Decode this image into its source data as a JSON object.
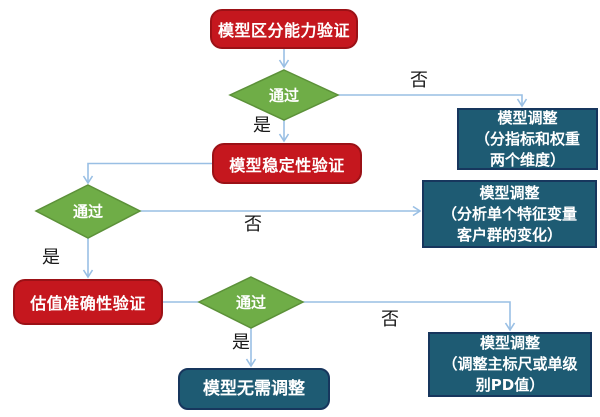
{
  "colors": {
    "bg": "#FFFFFF",
    "process-fill": "#C5171E",
    "process-border": "#9B1116",
    "decision-fill": "#6FAD47",
    "decision-border": "#5C9139",
    "adjust-fill": "#1E5B73",
    "adjust-border": "#17365D",
    "connector": "#99BFE4",
    "edge-label": "#1A1A1A",
    "node-text": "#FFFFFF"
  },
  "nodes": {
    "discrimination": {
      "label": "模型区分能力验证"
    },
    "decision1": {
      "label": "通过"
    },
    "adjust1": {
      "lines": [
        "模型调整",
        "（分指标和权重",
        "两个维度）"
      ]
    },
    "stability": {
      "label": "模型稳定性验证"
    },
    "decision2": {
      "label": "通过"
    },
    "adjust2": {
      "lines": [
        "模型调整",
        "（分析单个特征变量",
        "客户群的变化）"
      ]
    },
    "accuracy": {
      "label": "估值准确性验证"
    },
    "decision3": {
      "label": "通过"
    },
    "adjust3": {
      "lines": [
        "模型调整",
        "（调整主标尺或单级",
        "别PD值）"
      ]
    },
    "no_adjust": {
      "label": "模型无需调整"
    }
  },
  "edge_labels": {
    "yes1": "是",
    "no1": "否",
    "yes2": "是",
    "no2": "否",
    "yes3": "是",
    "no3": "否"
  }
}
